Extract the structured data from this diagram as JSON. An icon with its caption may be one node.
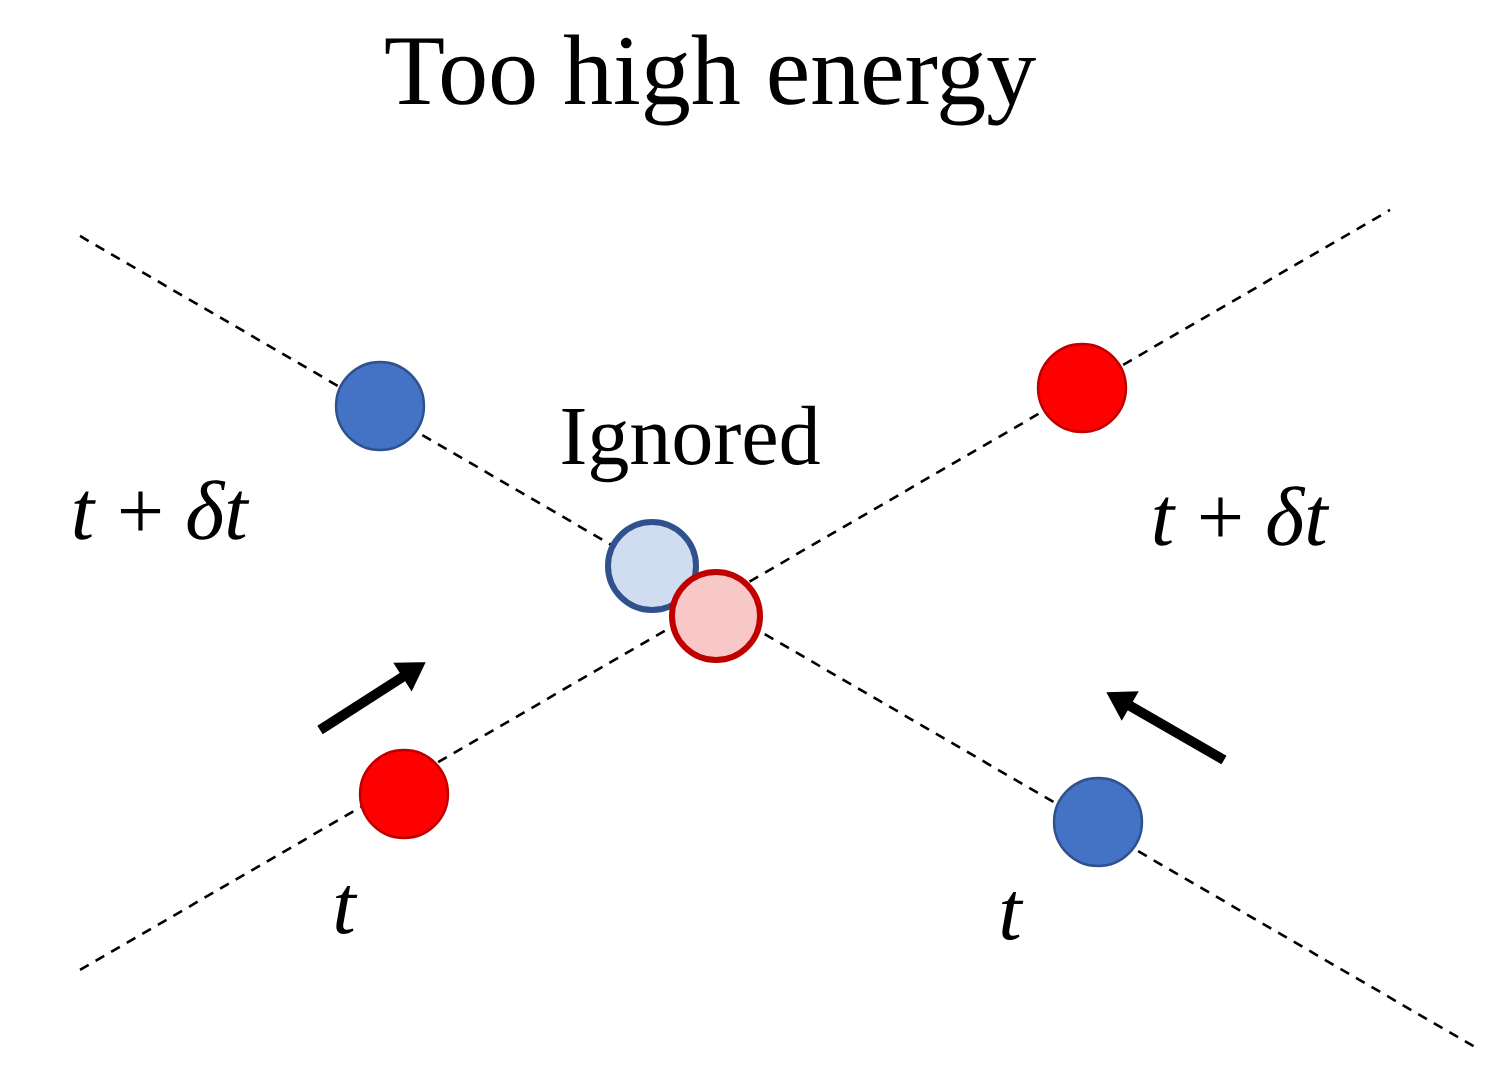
{
  "diagram": {
    "title": "Too high energy",
    "nodes": [
      {
        "text": [],
        "shape": "circle"
      },
      {
        "text": [],
        "shape": "circle"
      },
      {
        "text": [],
        "shape": "circle"
      },
      {
        "text": [],
        "shape": "circle"
      },
      {
        "text": [],
        "shape": "circle"
      },
      {
        "text": [],
        "shape": "circle"
      }
    ],
    "labels": [
      "Ignored",
      "*t* + *δt*",
      "*t* + *δt*",
      "t",
      "t"
    ]
  }
}
